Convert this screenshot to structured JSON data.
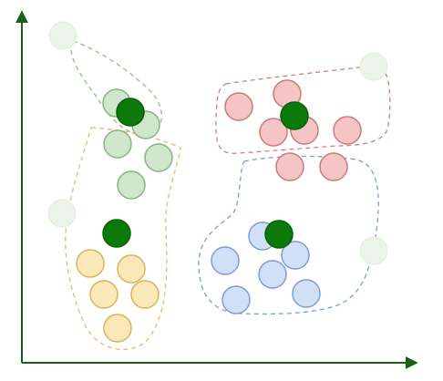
{
  "colors": {
    "axis": "#1a5e1a",
    "centroid": "#0b7a0b",
    "centroid_stroke": "#0a5f0a",
    "green_fill": "#cfe6cc",
    "green_stroke": "#86b57f",
    "red_fill": "#f5c4c4",
    "red_stroke": "#c97a7a",
    "blue_fill": "#d2e0f7",
    "blue_stroke": "#7c9cd6",
    "yellow_fill": "#fbe8b8",
    "yellow_stroke": "#d9b35c",
    "ghost_fill": "#eaf4e9"
  },
  "clusters": [
    {
      "name": "green",
      "count": 5
    },
    {
      "name": "red",
      "count": 7
    },
    {
      "name": "blue",
      "count": 6
    },
    {
      "name": "yellow",
      "count": 5
    }
  ],
  "centroid_count": 4,
  "ghost_point_count": 4
}
